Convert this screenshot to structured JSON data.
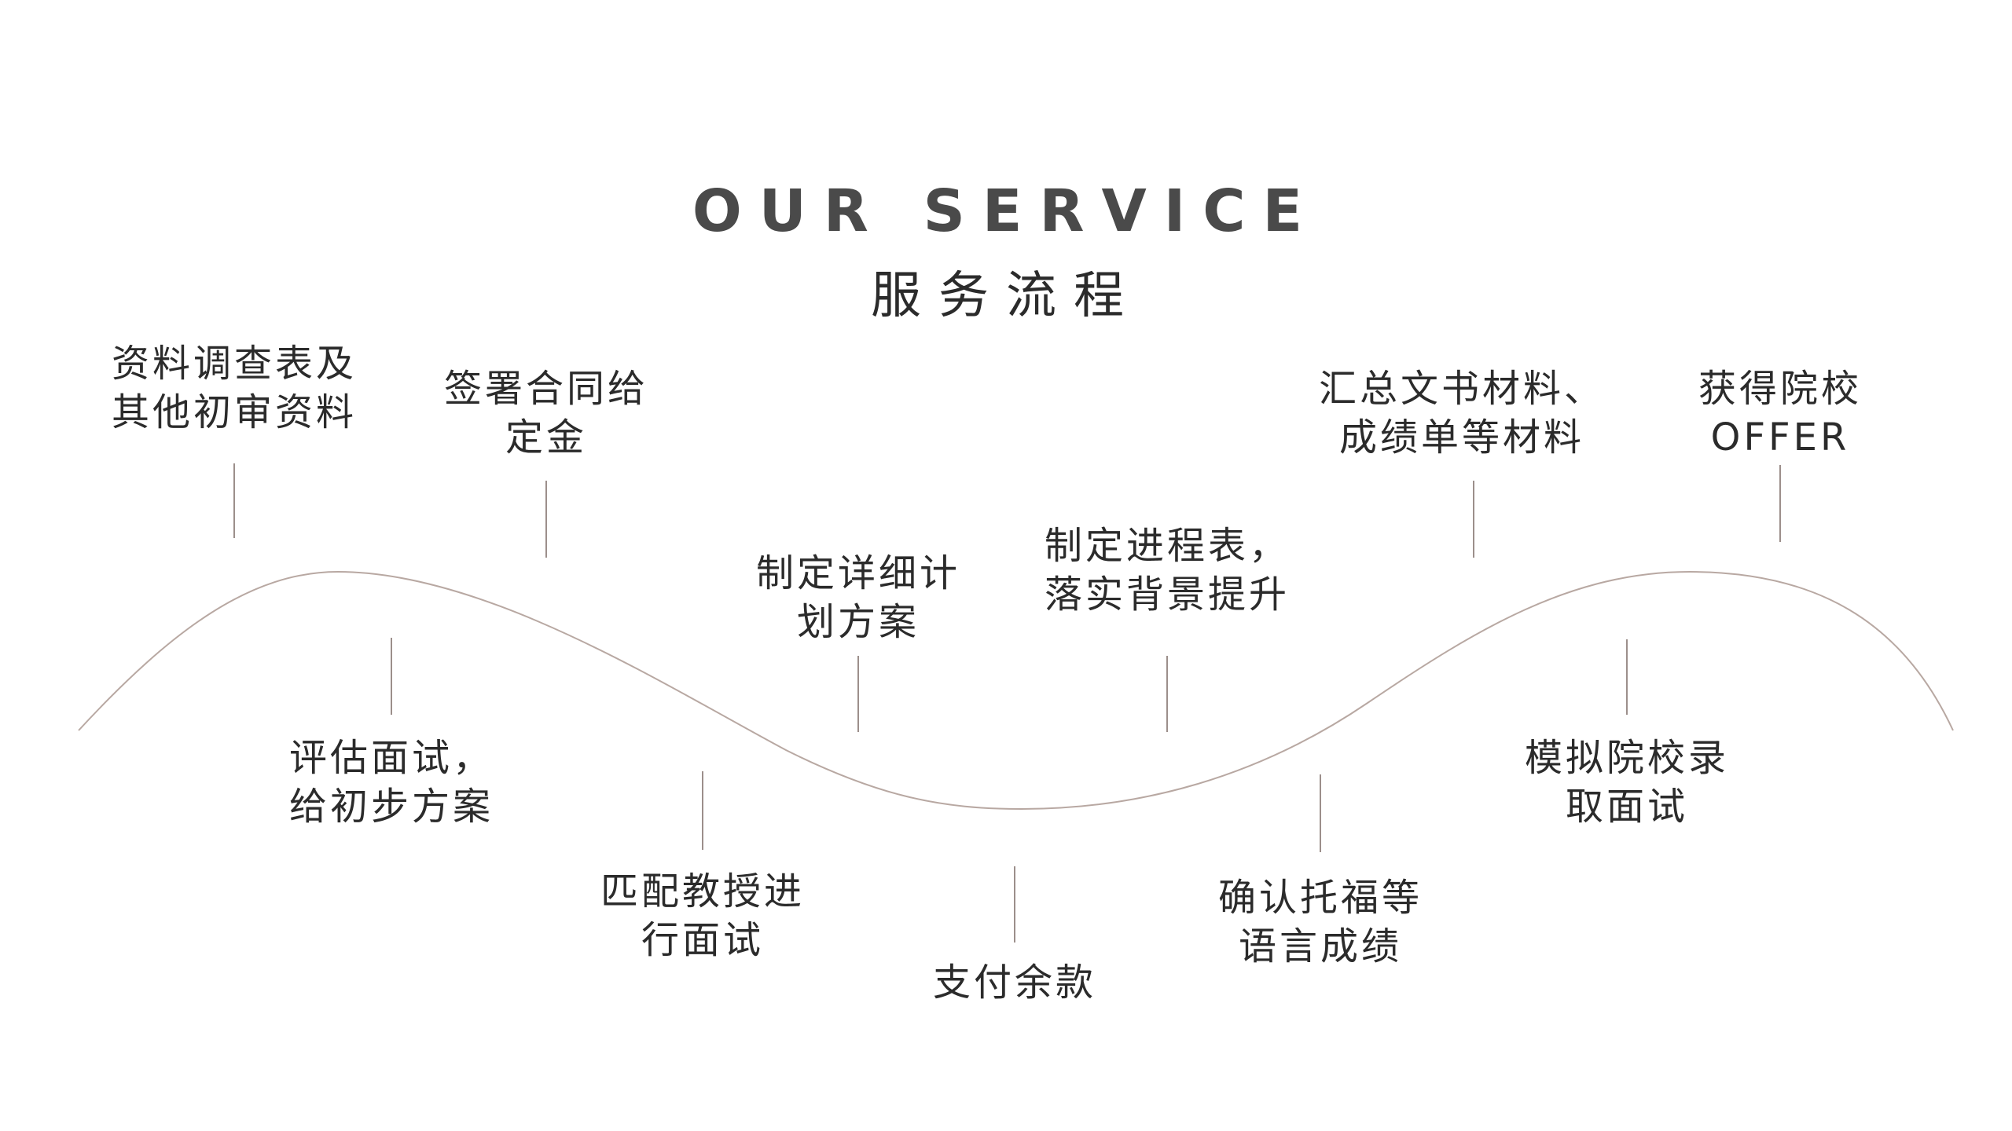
{
  "header": {
    "title_en": "OUR SERVICE",
    "title_zh": "服务流程"
  },
  "colors": {
    "curve": "#b8a8a2",
    "connector": "#9c8f8b",
    "text": "#2b2b2b",
    "title": "#4a4a4a"
  },
  "steps": [
    {
      "line1": "资料调查表及",
      "line2": "其他初审资料"
    },
    {
      "line1": "评估面试，",
      "line2": "给初步方案"
    },
    {
      "line1": "签署合同给",
      "line2": "定金"
    },
    {
      "line1": "匹配教授进",
      "line2": "行面试"
    },
    {
      "line1": "制定详细计",
      "line2": "划方案"
    },
    {
      "line1": "支付余款",
      "line2": ""
    },
    {
      "line1": "制定进程表，",
      "line2": "落实背景提升"
    },
    {
      "line1": "确认托福等",
      "line2": "语言成绩"
    },
    {
      "line1": "汇总文书材料、",
      "line2": "成绩单等材料"
    },
    {
      "line1": "模拟院校录",
      "line2": "取面试"
    },
    {
      "line1": "获得院校",
      "line2": "OFFER"
    }
  ]
}
